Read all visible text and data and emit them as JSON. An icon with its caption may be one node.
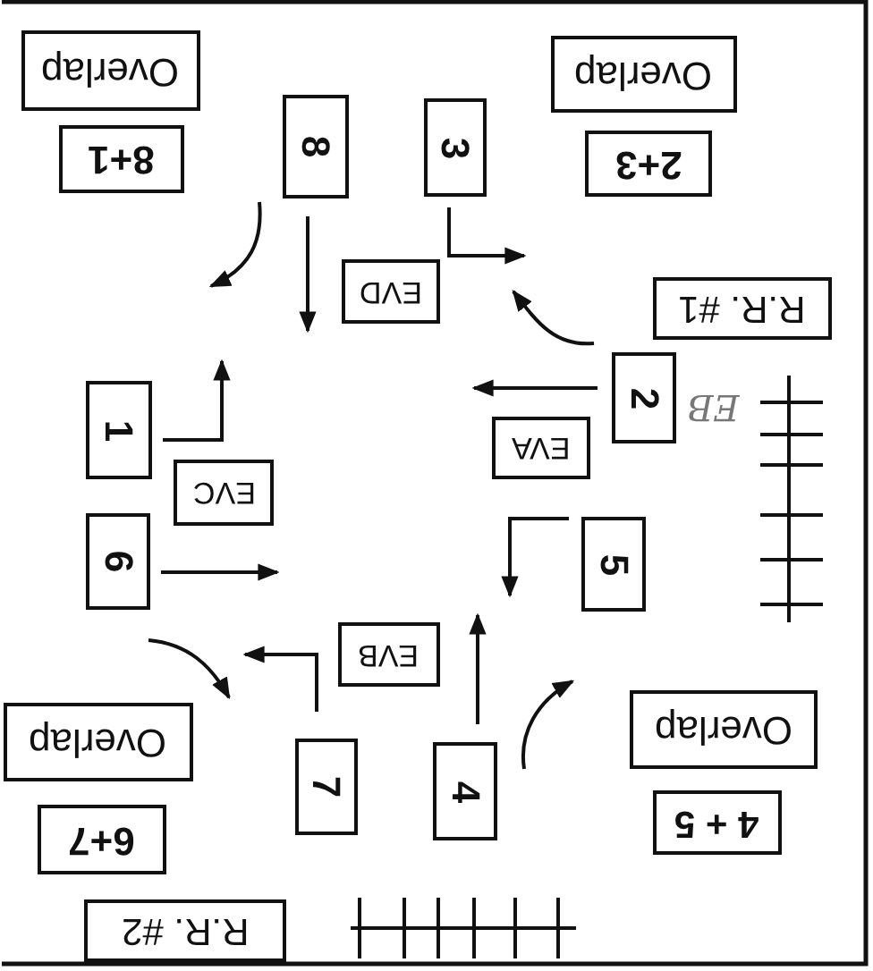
{
  "diagram": {
    "nodes": [
      {
        "text": [
          "Overlap"
        ]
      },
      {
        "text": [
          "Overlap"
        ]
      },
      {
        "text": [
          "8"
        ]
      },
      {
        "text": [
          "3"
        ]
      },
      {
        "text": [
          "8+1"
        ]
      },
      {
        "text": [
          "2+3"
        ]
      },
      {
        "text": [
          "EVD"
        ]
      },
      {
        "text": [
          "R.R. #1"
        ]
      },
      {
        "text": [
          "2"
        ]
      },
      {
        "text": [
          "1"
        ]
      },
      {
        "text": [
          "EVA"
        ]
      },
      {
        "text": [
          "EVC"
        ]
      },
      {
        "text": [
          "6"
        ]
      },
      {
        "text": [
          "5"
        ]
      },
      {
        "text": [
          "EVB"
        ]
      },
      {
        "text": [
          "Overlap"
        ]
      },
      {
        "text": [
          "Overlap"
        ]
      },
      {
        "text": [
          "7"
        ]
      },
      {
        "text": [
          "4"
        ]
      },
      {
        "text": [
          "4 + 5"
        ]
      },
      {
        "text": [
          "6+7"
        ]
      },
      {
        "text": [
          "R.R. #2"
        ]
      }
    ],
    "labels": [
      "EB"
    ]
  }
}
